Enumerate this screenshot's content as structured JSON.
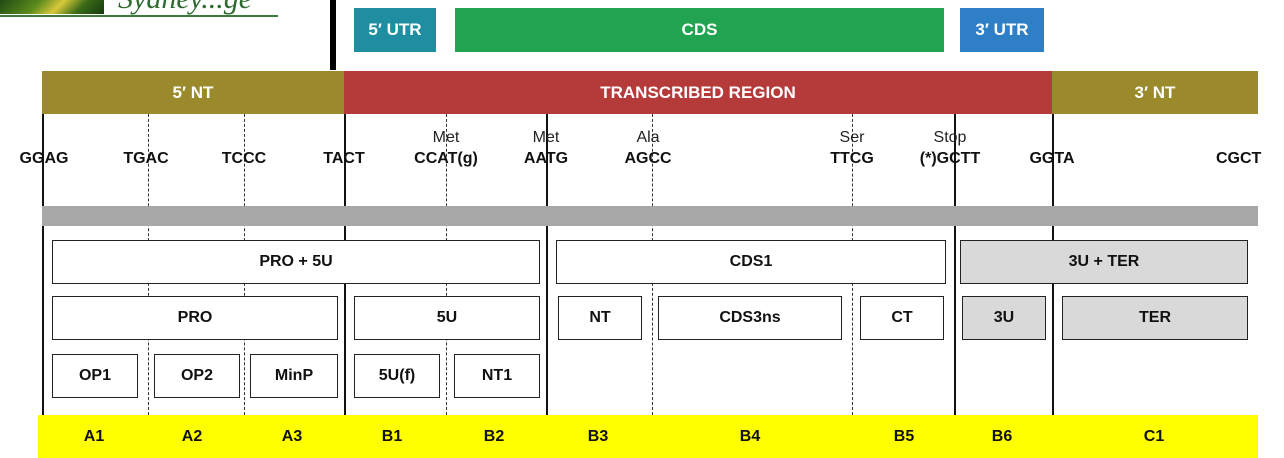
{
  "logo": {
    "text": "Sydney...ge"
  },
  "legend": [
    {
      "label": "5′ UTR",
      "color": "#1f8ea0"
    },
    {
      "label": "CDS",
      "color": "#22a352"
    },
    {
      "label": "3′ UTR",
      "color": "#2f7fc6"
    }
  ],
  "regions": [
    {
      "label": "5′ NT",
      "color": "#9a8a2c"
    },
    {
      "label": "TRANSCRIBED REGION",
      "color": "#b53a3a"
    },
    {
      "label": "3′ NT",
      "color": "#9a8a2c"
    }
  ],
  "sites": [
    {
      "aa": "",
      "seq": "GGAG"
    },
    {
      "aa": "",
      "seq": "TGAC"
    },
    {
      "aa": "",
      "seq": "TCCC"
    },
    {
      "aa": "",
      "seq": "TACT"
    },
    {
      "aa": "Met",
      "seq": "CCAT(g)"
    },
    {
      "aa": "Met",
      "seq": "AATG"
    },
    {
      "aa": "Ala",
      "seq": "AGCC"
    },
    {
      "aa": "Ser",
      "seq": "TTCG"
    },
    {
      "aa": "Stop",
      "seq": "(*)GCTT"
    },
    {
      "aa": "",
      "seq": "GGTA"
    },
    {
      "aa": "",
      "seq": "CGCT"
    }
  ],
  "parts": {
    "row1": [
      "PRO + 5U",
      "CDS1",
      "3U + TER"
    ],
    "row2": [
      "PRO",
      "5U",
      "NT",
      "CDS3ns",
      "CT",
      "3U",
      "TER"
    ],
    "row3": [
      "OP1",
      "OP2",
      "MinP",
      "5U(f)",
      "NT1"
    ]
  },
  "positions": [
    "A1",
    "A2",
    "A3",
    "B1",
    "B2",
    "B3",
    "B4",
    "B5",
    "B6",
    "C1"
  ]
}
